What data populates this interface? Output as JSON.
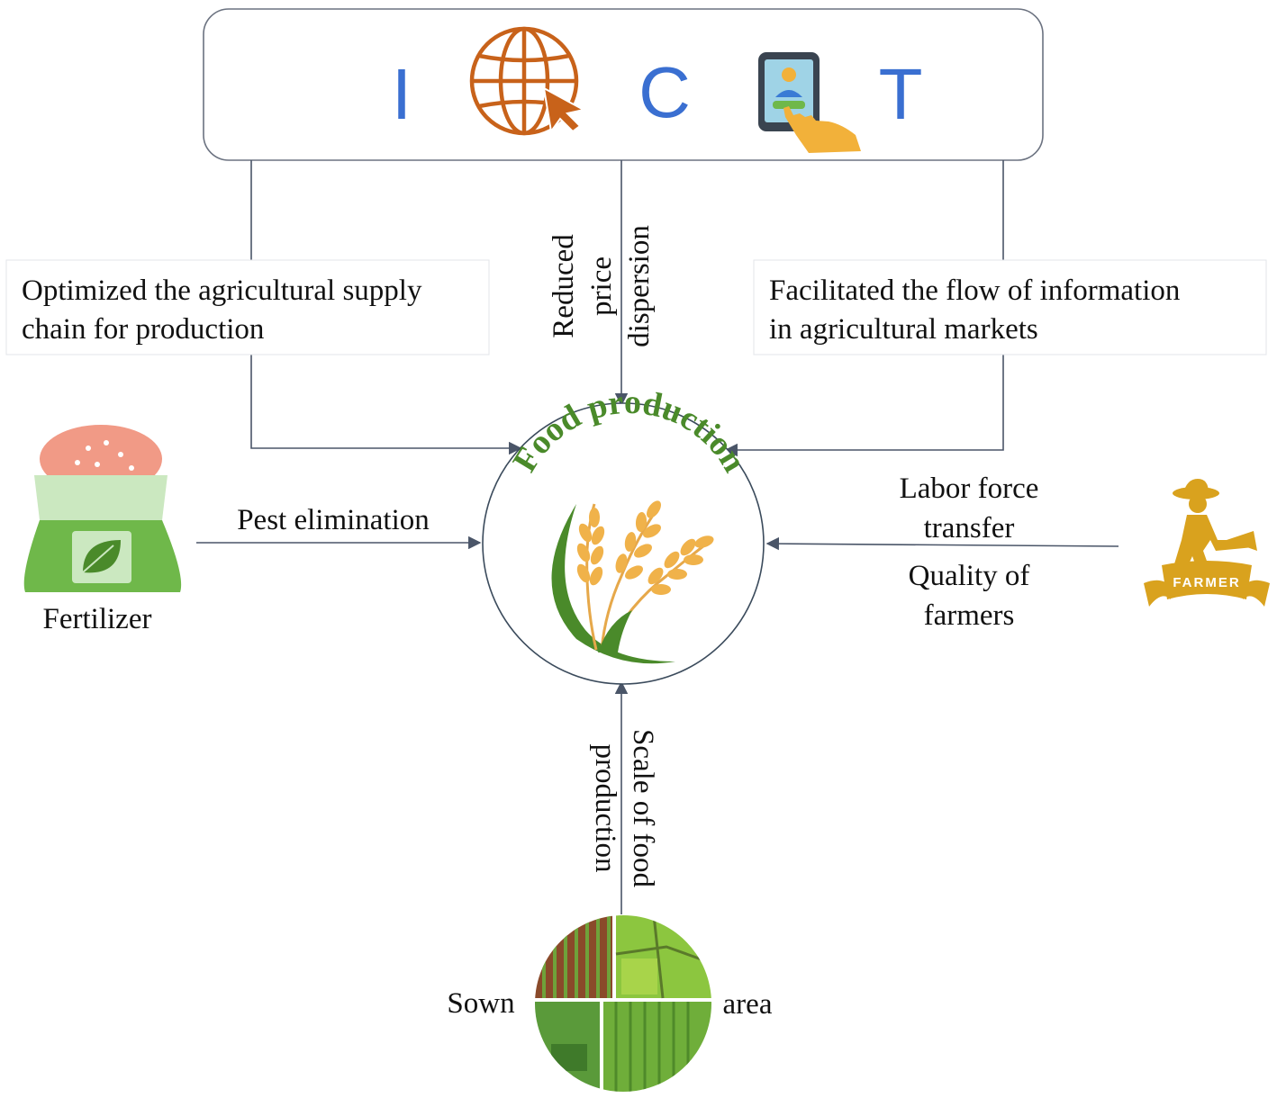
{
  "ict": {
    "letters": [
      "I",
      "C",
      "T"
    ],
    "icons": [
      "globe-cursor-icon",
      "tablet-touch-icon"
    ]
  },
  "boxes": {
    "left_line1": "Optimized the agricultural supply",
    "left_line2": "chain for production",
    "right_line1": "Facilitated the flow of information",
    "right_line2": "in agricultural markets"
  },
  "labels": {
    "center_vertical": [
      "Reduced",
      "price",
      "dispersion"
    ],
    "pest": "Pest elimination",
    "fertilizer": "Fertilizer",
    "labor_line1": "Labor force",
    "labor_line2": "transfer",
    "quality_line1": "Quality of",
    "quality_line2": "farmers",
    "scale_line1": "Scale of food",
    "scale_line2": "production",
    "sown": "Sown",
    "area": "area"
  },
  "center": {
    "title": "Food production"
  },
  "farmer_badge": "FARMER",
  "colors": {
    "ict_blue": "#3a6fd1",
    "globe_orange": "#c8621a",
    "hand_yellow": "#f2b13a",
    "line": "#4a5568",
    "green_title": "#4a8a2a",
    "bag_green": "#6fb84a",
    "farmer_gold": "#d9a21e"
  }
}
